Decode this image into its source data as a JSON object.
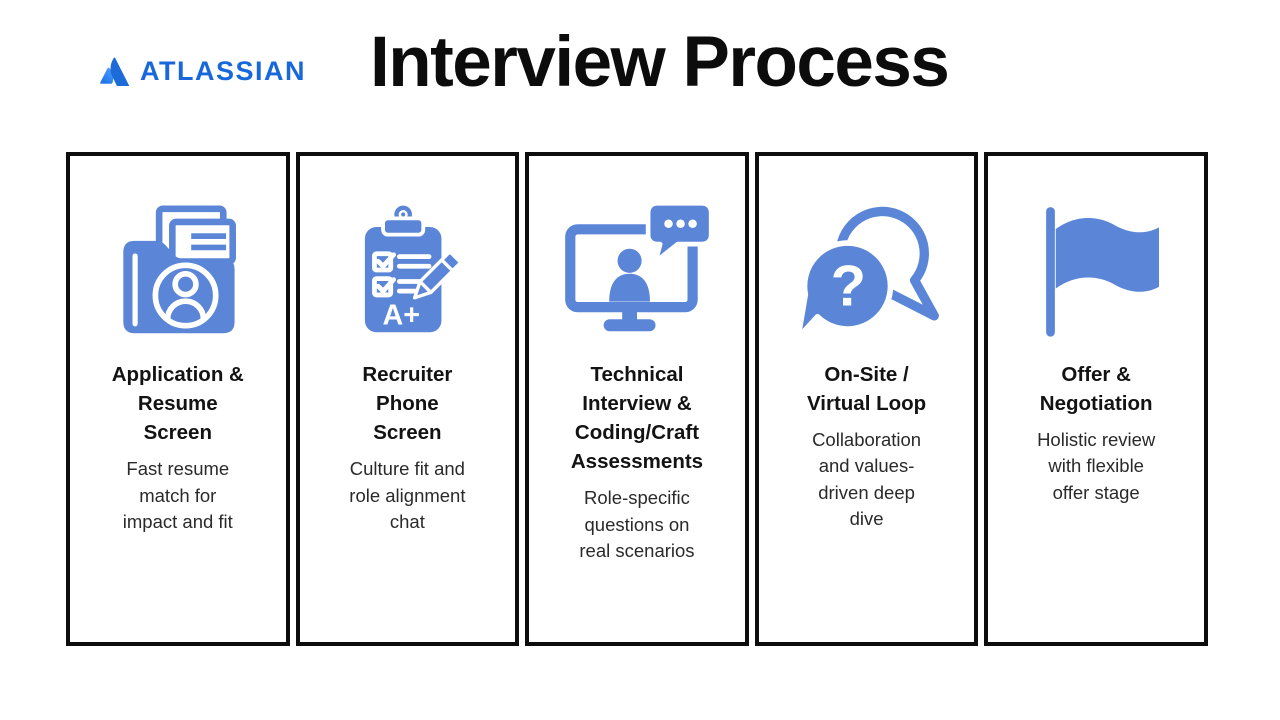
{
  "header": {
    "brand": "ATLASSIAN",
    "title": "Interview Process"
  },
  "colors": {
    "icon_blue": "#5B86D8",
    "brand_blue": "#1868DB",
    "card_border": "#0D0D0D"
  },
  "steps": [
    {
      "name": "application-resume-screen",
      "icon": "folder-documents-person-icon",
      "title": "Application &\nResume\nScreen",
      "description": "Fast resume\nmatch for\nimpact and fit"
    },
    {
      "name": "recruiter-phone-screen",
      "icon": "clipboard-checklist-pencil-icon",
      "icon_text": "A+",
      "title": "Recruiter\nPhone\nScreen",
      "description": "Culture fit and\nrole alignment\nchat"
    },
    {
      "name": "technical-interview",
      "icon": "monitor-video-interview-icon",
      "title": "Technical\nInterview &\nCoding/Craft\nAssessments",
      "description": "Role-specific\nquestions on\nreal scenarios"
    },
    {
      "name": "onsite-virtual-loop",
      "icon": "question-speech-bubbles-icon",
      "icon_text": "?",
      "title": "On-Site /\nVirtual Loop",
      "description": "Collaboration\nand values-\ndriven deep\ndive"
    },
    {
      "name": "offer-negotiation",
      "icon": "flag-icon",
      "title": "Offer &\nNegotiation",
      "description": "Holistic review\nwith flexible\noffer stage"
    }
  ]
}
